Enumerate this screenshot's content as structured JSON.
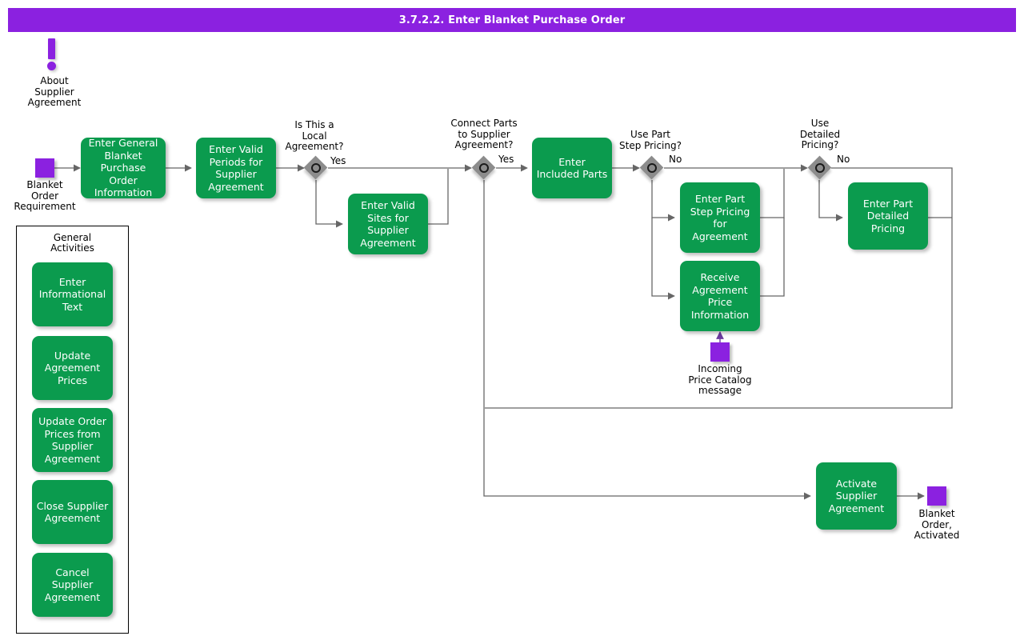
{
  "header": {
    "title": "3.7.2.2. Enter Blanket Purchase Order",
    "bar_color": "#8b21e0",
    "text_color": "#ffffff"
  },
  "theme": {
    "task_fill": "#0b9b4e",
    "task_text": "#ffffff",
    "event_fill": "#8b21e0",
    "gateway_fill": "#8c8c8c",
    "connector": "#666666",
    "canvas": "#ffffff"
  },
  "annotation": {
    "icon": "exclamation-icon",
    "label": "About\nSupplier\nAgreement",
    "line1": "About",
    "line2": "Supplier",
    "line3": "Agreement"
  },
  "events": {
    "start": {
      "name": "blanket-order-requirement",
      "line1": "Blanket",
      "line2": "Order",
      "line3": "Requirement"
    },
    "message": {
      "name": "incoming-price-catalog-message",
      "line1": "Incoming",
      "line2": "Price Catalog",
      "line3": "message"
    },
    "end": {
      "name": "blanket-order-activated",
      "line1": "Blanket",
      "line2": "Order,",
      "line3": "Activated"
    }
  },
  "tasks": {
    "enter_general": "Enter General Blanket Purchase Order Information",
    "enter_valid_periods": "Enter Valid Periods for Supplier Agreement",
    "enter_valid_sites": "Enter Valid Sites for Supplier Agreement",
    "enter_included_parts": "Enter Included Parts",
    "enter_part_step_pricing": "Enter Part Step Pricing for Agreement",
    "receive_agreement_price": "Receive Agreement Price Information",
    "enter_part_detailed_pricing": "Enter Part Detailed Pricing",
    "activate_supplier_agreement": "Activate Supplier Agreement"
  },
  "gateways": {
    "local_agreement": {
      "line1": "Is This a",
      "line2": "Local",
      "line3": "Agreement?",
      "branch_label": "Yes"
    },
    "connect_parts": {
      "line1": "Connect Parts",
      "line2": "to Supplier",
      "line3": "Agreement?",
      "branch_label": "Yes"
    },
    "part_step_pricing": {
      "line1": "Use Part",
      "line2": "Step Pricing?",
      "line3": "",
      "branch_label": "No"
    },
    "detailed_pricing": {
      "line1": "Use",
      "line2": "Detailed",
      "line3": "Pricing?",
      "branch_label": "No"
    }
  },
  "panel": {
    "title_line1": "General",
    "title_line2": "Activities",
    "items": [
      "Enter Informational Text",
      "Update Agreement Prices",
      "Update Order Prices from Supplier Agreement",
      "Close Supplier Agreement",
      "Cancel Supplier Agreement"
    ]
  }
}
